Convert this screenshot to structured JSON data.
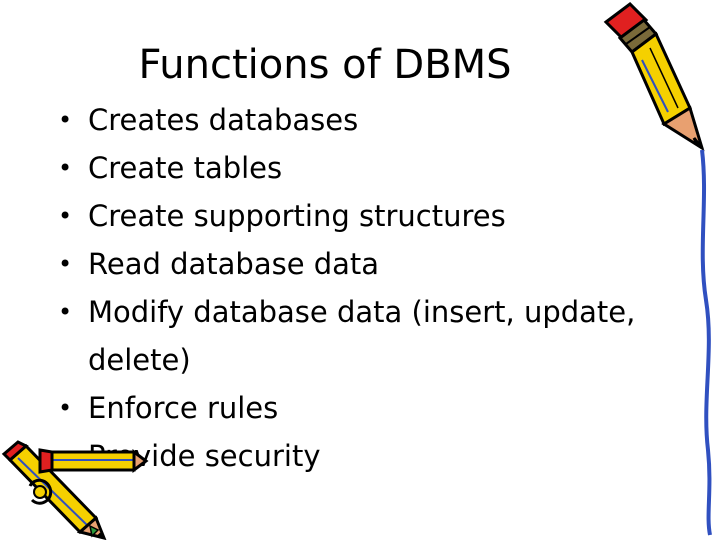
{
  "slide": {
    "title": "Functions of DBMS",
    "bullets": [
      "Creates databases",
      "Create tables",
      "Create supporting structures",
      "Read database data",
      "Modify database data (insert, update, delete)",
      "Enforce rules",
      "Provide security"
    ],
    "bullet_symbol": "•"
  },
  "decorations": {
    "right_icon": "pencil-icon",
    "left_icon": "crossed-pencils-icon",
    "colors": {
      "pencil_body": "#f5d000",
      "pencil_tip": "#e8a070",
      "pencil_lead": "#000000",
      "eraser": "#e02020",
      "ferrule": "#7a6a3a",
      "accent_blue": "#3050c0"
    }
  }
}
